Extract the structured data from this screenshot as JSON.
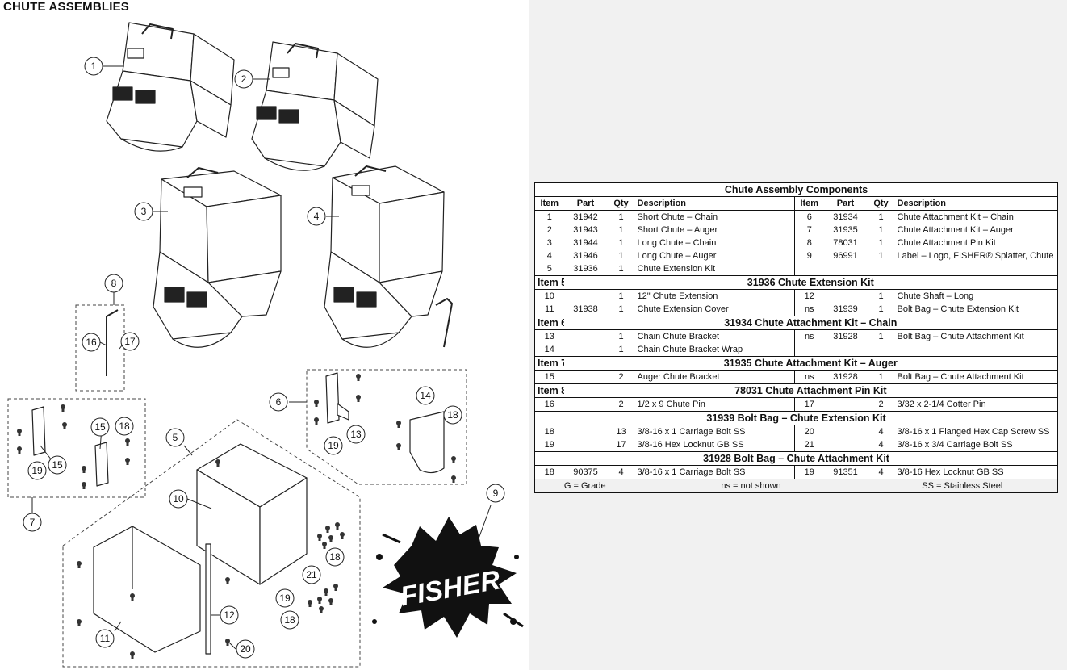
{
  "page_title": "CHUTE ASSEMBLIES",
  "diagram": {
    "callouts": [
      "1",
      "2",
      "3",
      "4",
      "5",
      "6",
      "7",
      "8",
      "9",
      "10",
      "11",
      "12",
      "13",
      "14",
      "15",
      "15",
      "16",
      "17",
      "18",
      "18",
      "18",
      "19",
      "19",
      "19",
      "20",
      "21"
    ],
    "logo_text": "FISHER"
  },
  "table": {
    "title": "Chute Assembly Components",
    "headers": [
      "Item",
      "Part",
      "Qty",
      "Description",
      "Item",
      "Part",
      "Qty",
      "Description"
    ],
    "main_rows": [
      [
        "1",
        "31942",
        "1",
        "Short Chute –  Chain",
        "6",
        "31934",
        "1",
        "Chute Attachment Kit – Chain"
      ],
      [
        "2",
        "31943",
        "1",
        "Short Chute – Auger",
        "7",
        "31935",
        "1",
        "Chute Attachment Kit – Auger"
      ],
      [
        "3",
        "31944",
        "1",
        "Long Chute  – Chain",
        "8",
        "78031",
        "1",
        "Chute Attachment Pin Kit"
      ],
      [
        "4",
        "31946",
        "1",
        "Long Chute – Auger",
        "9",
        "96991",
        "1",
        "Label – Logo, FISHER® Splatter, Chute"
      ],
      [
        "5",
        "31936",
        "1",
        "Chute Extension Kit",
        "",
        "",
        "",
        ""
      ]
    ],
    "sections": [
      {
        "label": "Item 5",
        "title": "31936  Chute Extension Kit",
        "rows": [
          [
            "10",
            "",
            "1",
            "12\" Chute Extension",
            "12",
            "",
            "1",
            "Chute Shaft – Long"
          ],
          [
            "11",
            "31938",
            "1",
            "Chute Extension Cover",
            "ns",
            "31939",
            "1",
            "Bolt Bag – Chute Extension Kit"
          ]
        ]
      },
      {
        "label": "Item 6",
        "title": "31934  Chute Attachment Kit – Chain",
        "rows": [
          [
            "13",
            "",
            "1",
            "Chain Chute Bracket",
            "ns",
            "31928",
            "1",
            "Bolt Bag – Chute Attachment Kit"
          ],
          [
            "14",
            "",
            "1",
            "Chain Chute Bracket Wrap",
            "",
            "",
            "",
            ""
          ]
        ]
      },
      {
        "label": "Item 7",
        "title": "31935  Chute Attachment Kit – Auger",
        "rows": [
          [
            "15",
            "",
            "2",
            "Auger Chute Bracket",
            "ns",
            "31928",
            "1",
            "Bolt Bag – Chute Attachment Kit"
          ]
        ]
      },
      {
        "label": "Item 8",
        "title": "78031  Chute Attachment Pin Kit",
        "rows": [
          [
            "16",
            "",
            "2",
            "1/2 x 9 Chute Pin",
            "17",
            "",
            "2",
            "3/32 x 2-1/4 Cotter Pin"
          ]
        ]
      },
      {
        "label": "",
        "title": "31939  Bolt Bag – Chute Extension Kit",
        "rows": [
          [
            "18",
            "",
            "13",
            "3/8-16 x 1 Carriage Bolt SS",
            "20",
            "",
            "4",
            "3/8-16 x 1 Flanged Hex Cap Screw SS"
          ],
          [
            "19",
            "",
            "17",
            "3/8-16 Hex Locknut GB SS",
            "21",
            "",
            "4",
            "3/8-16 x 3/4 Carriage Bolt SS"
          ]
        ]
      },
      {
        "label": "",
        "title": "31928  Bolt Bag – Chute Attachment Kit",
        "rows": [
          [
            "18",
            "90375",
            "4",
            "3/8-16 x 1 Carriage Bolt SS",
            "19",
            "91351",
            "4",
            "3/8-16 Hex Locknut GB SS"
          ]
        ]
      }
    ],
    "footer": [
      "G = Grade",
      "ns = not shown",
      "SS = Stainless Steel"
    ]
  }
}
